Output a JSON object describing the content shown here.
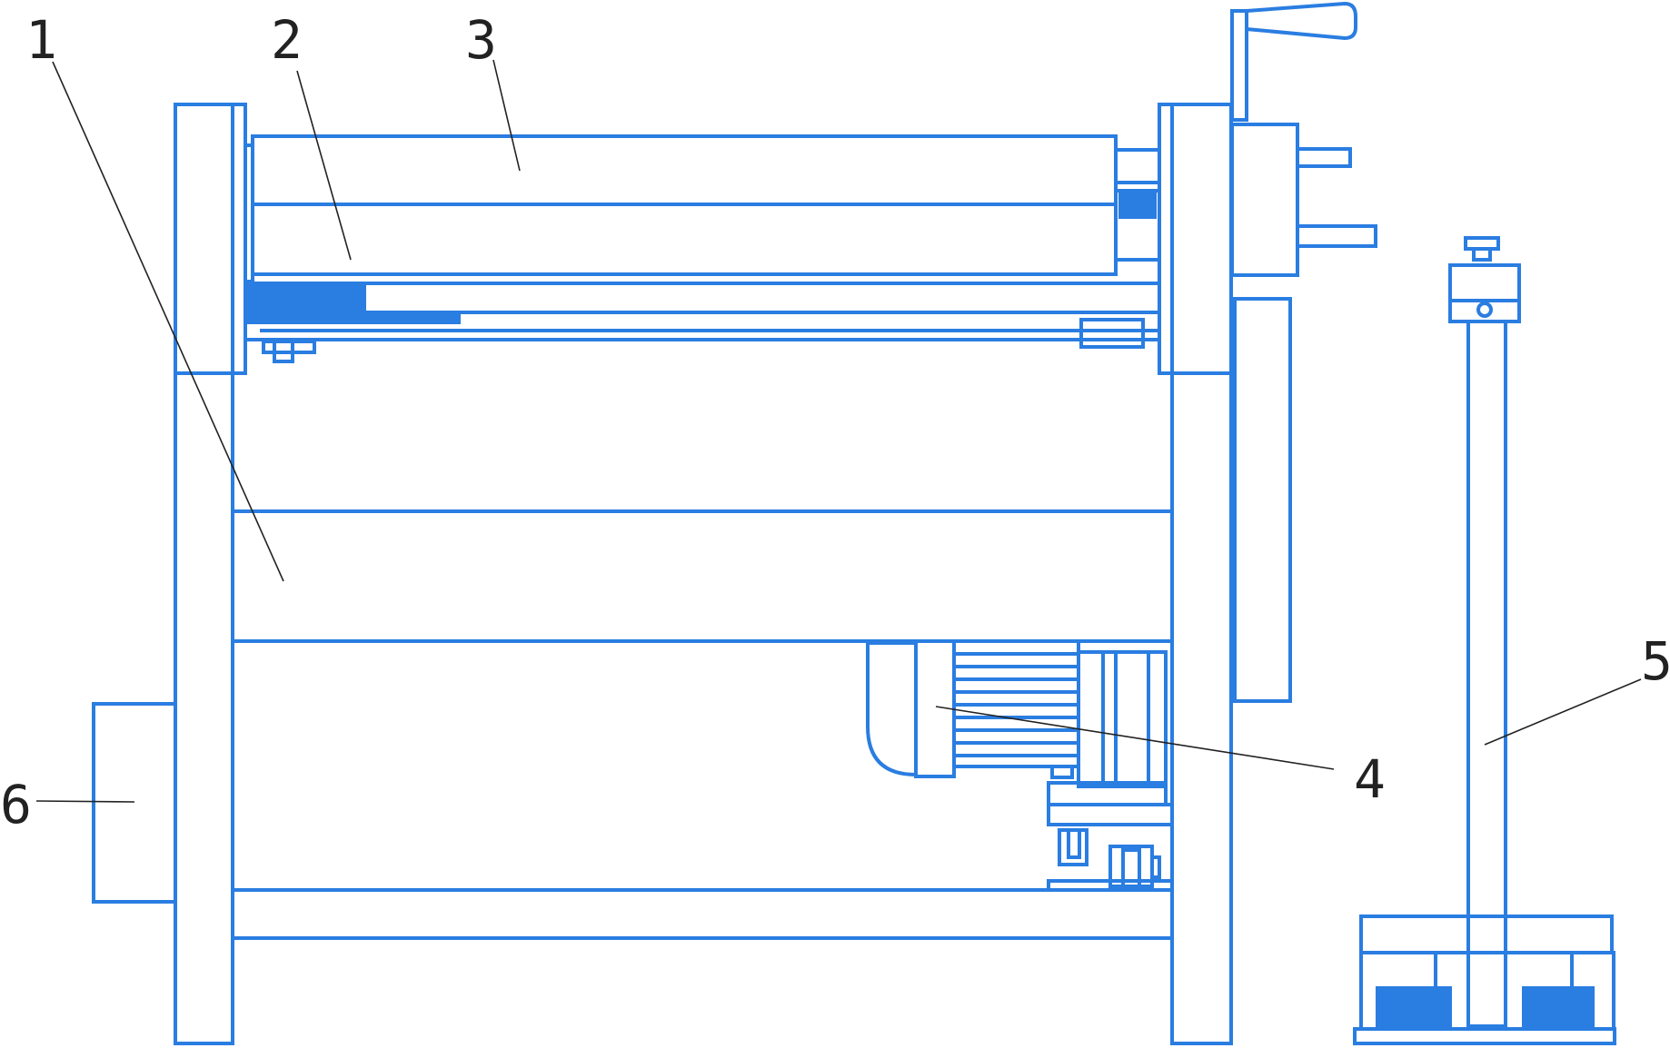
{
  "colors": {
    "line": "#2a7de1",
    "text": "#222222",
    "background": "#ffffff"
  },
  "callouts": {
    "c1": "1",
    "c2": "2",
    "c3": "3",
    "c4": "4",
    "c5": "5",
    "c6": "6"
  }
}
